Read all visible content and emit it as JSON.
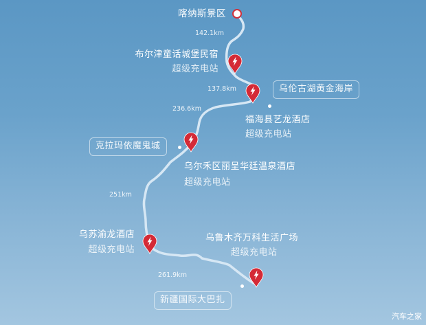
{
  "map": {
    "background_top": "#5b97c4",
    "background_bottom": "#a3c6e0",
    "route_color": "#d6e7f4",
    "pin_color": "#d42a36"
  },
  "start": {
    "name": "喀纳斯景区",
    "icon": "start-circle-icon"
  },
  "stops": [
    {
      "name": "布尔津童话城堡民宿",
      "type": "超级充电站",
      "icon": "supercharger-pin-icon"
    },
    {
      "name": "福海县艺龙酒店",
      "type": "超级充电站",
      "icon": "supercharger-pin-icon"
    },
    {
      "name": "乌尔禾区丽呈华廷温泉酒店",
      "type": "超级充电站",
      "icon": "supercharger-pin-icon"
    },
    {
      "name": "乌苏渝龙酒店",
      "type": "超级充电站",
      "icon": "supercharger-pin-icon"
    },
    {
      "name": "乌鲁木齐万科生活广场",
      "type": "超级充电站",
      "icon": "supercharger-pin-icon"
    }
  ],
  "distances": [
    "142.1km",
    "137.8km",
    "236.6km",
    "251km",
    "261.9km"
  ],
  "attractions": [
    "乌伦古湖黄金海岸",
    "克拉玛依魔鬼城",
    "新疆国际大巴扎"
  ],
  "watermark": "汽车之家"
}
